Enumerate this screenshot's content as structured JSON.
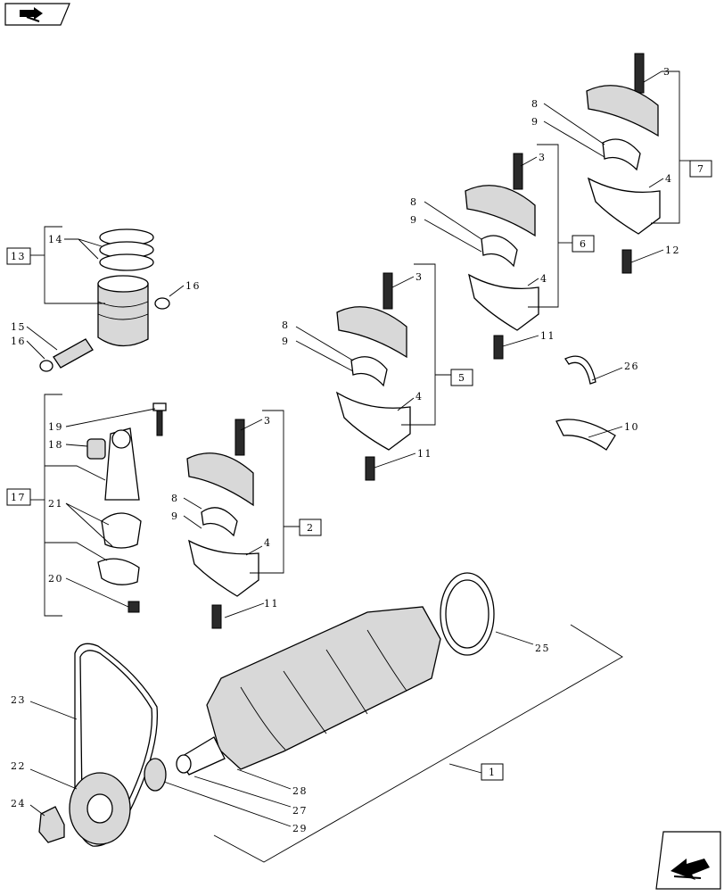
{
  "nav": {
    "back_icon": "back-arrow-icon",
    "next_icon": "next-page-arrow-icon"
  },
  "callouts": {
    "c1": "1",
    "c2": "2",
    "c3a": "3",
    "c3b": "3",
    "c3c": "3",
    "c3d": "3",
    "c4a": "4",
    "c4b": "4",
    "c4c": "4",
    "c4d": "4",
    "c5": "5",
    "c6": "6",
    "c7": "7",
    "c8a": "8",
    "c8b": "8",
    "c8c": "8",
    "c8d": "8",
    "c9a": "9",
    "c9b": "9",
    "c9c": "9",
    "c9d": "9",
    "c10": "10",
    "c11a": "11",
    "c11b": "11",
    "c11c": "11",
    "c12": "12",
    "c13": "13",
    "c14": "14",
    "c15": "15",
    "c16a": "16",
    "c16b": "16",
    "c17": "17",
    "c18": "18",
    "c19": "19",
    "c20": "20",
    "c21": "21",
    "c22": "22",
    "c23": "23",
    "c24": "24",
    "c25": "25",
    "c26": "26",
    "c27": "27",
    "c28": "28",
    "c29": "29"
  }
}
